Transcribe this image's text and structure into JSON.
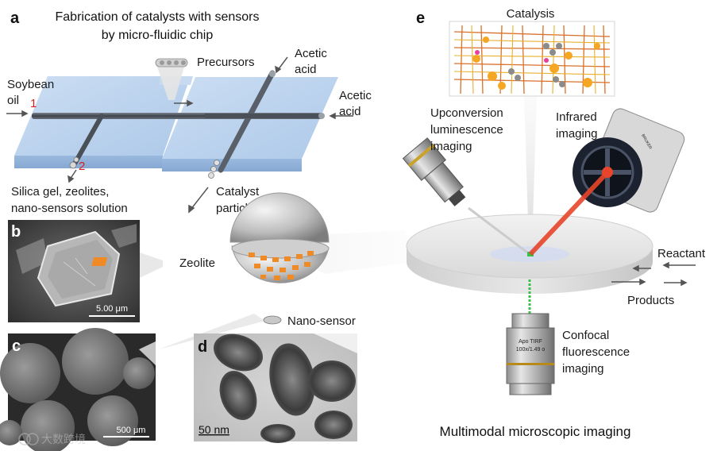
{
  "panels": {
    "a": "a",
    "b": "b",
    "c": "c",
    "d": "d",
    "e": "e"
  },
  "title_a": {
    "line1": "Fabrication of catalysts with sensors",
    "line2": "by micro-fluidic chip"
  },
  "labels": {
    "precursors": "Precursors",
    "acetic_acid_top_1": "Acetic",
    "acetic_acid_top_2": "acid",
    "acetic_acid_right_1": "Acetic",
    "acetic_acid_right_2": "acid",
    "soybean_1": "Soybean",
    "soybean_2": "oil",
    "inlet_1": "1",
    "inlet_2": "2",
    "silica_1": "Silica gel, zeolites,",
    "silica_2": "nano-sensors solution",
    "catalyst_1": "Catalyst",
    "catalyst_2": "particles",
    "zeolite": "Zeolite",
    "nano_sensor": "Nano-sensor",
    "catalysis": "Catalysis",
    "upconv_1": "Upconversion",
    "upconv_2": "luminescence",
    "upconv_3": "imaging",
    "infrared_1": "Infrared",
    "infrared_2": "imaging",
    "reactant": "Reactant",
    "products": "Products",
    "confocal_1": "Confocal",
    "confocal_2": "fluorescence",
    "confocal_3": "imaging",
    "multimodal": "Multimodal microscopic imaging"
  },
  "scale_bars": {
    "b": "5.00 μm",
    "c": "500 μm",
    "d": "50 nm"
  },
  "objective_text": {
    "line1": "Apo TIRF",
    "line2": "100x/1.49 o"
  },
  "camera_brand": "BRUKER",
  "watermark": "大数跨境",
  "colors": {
    "chip": "#b9d3ee",
    "channel": "#555c66",
    "orange": "#f08a24",
    "laser_red": "#e8452a",
    "laser_green": "#35c04a",
    "red_number": "#d42020"
  }
}
